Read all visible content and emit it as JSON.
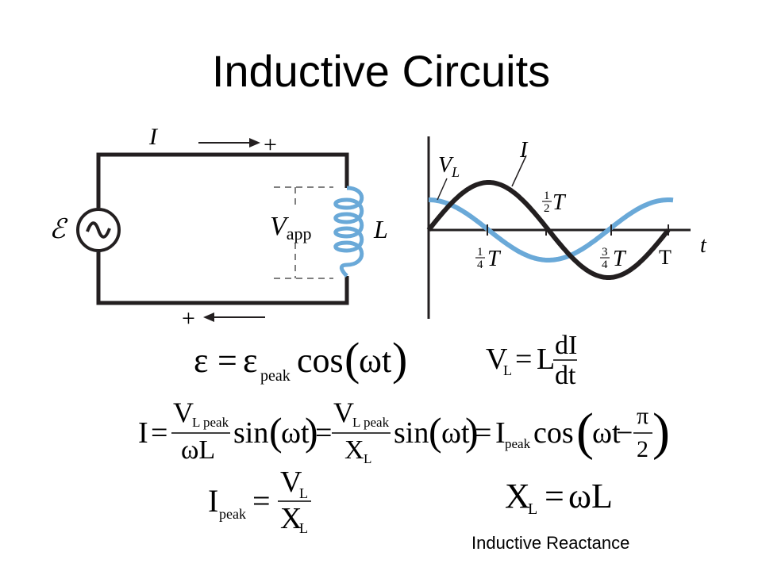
{
  "title": "Inductive Circuits",
  "colors": {
    "voltage_curve": "#6aa9d8",
    "current_curve": "#231f20",
    "coil": "#6aa9d8",
    "wire": "#231f20"
  },
  "circuit": {
    "current_label": "I",
    "plus_top": "+",
    "plus_bottom": "+",
    "emf_symbol": "ℰ",
    "source_glyph": "~",
    "v_main": "V",
    "v_sub": "app",
    "inductor_label": "L",
    "icons": [
      "arrow-right-icon",
      "arrow-left-icon",
      "ac-source-icon",
      "inductor-coil-icon"
    ]
  },
  "graph": {
    "vl_main": "V",
    "vl_sub": "L",
    "i_label": "I",
    "t_label": "t",
    "ticks": {
      "quarter": {
        "num": "1",
        "den": "4",
        "sym": "T"
      },
      "half": {
        "num": "1",
        "den": "2",
        "sym": "T"
      },
      "three_quarter": {
        "num": "3",
        "den": "4",
        "sym": "T"
      },
      "full": "T"
    }
  },
  "equations": {
    "eq1": {
      "epsilon": "ε",
      "eq": "=",
      "epsilon2": "ε",
      "sub": "peak",
      "func": "cos",
      "arg": "ωt"
    },
    "eq2": {
      "v": "V",
      "sub": "L",
      "eq": "=",
      "l": "L",
      "num": "dI",
      "den": "dt"
    },
    "eq3": {
      "lhs": "I",
      "eq": "=",
      "f1_num_main": "V",
      "f1_num_sub": "L peak",
      "f1_den": "ωL",
      "sin1": "sin",
      "arg1": "ωt",
      "f2_num_main": "V",
      "f2_num_sub": "L peak",
      "f2_den_main": "X",
      "f2_den_sub": "L",
      "sin2": "sin",
      "arg2": "ωt",
      "ipeak_main": "I",
      "ipeak_sub": "peak",
      "cos": "cos",
      "arg3": "ωt",
      "minus": "−",
      "pi": "π",
      "two": "2"
    },
    "eq4": {
      "lhs_main": "I",
      "lhs_sub": "peak",
      "eq": "=",
      "num_main": "V",
      "num_sub": "L",
      "den_main": "X",
      "den_sub": "L"
    },
    "eq5": {
      "lhs_main": "X",
      "lhs_sub": "L",
      "eq": "=",
      "rhs": "ωL"
    }
  },
  "caption": "Inductive Reactance"
}
